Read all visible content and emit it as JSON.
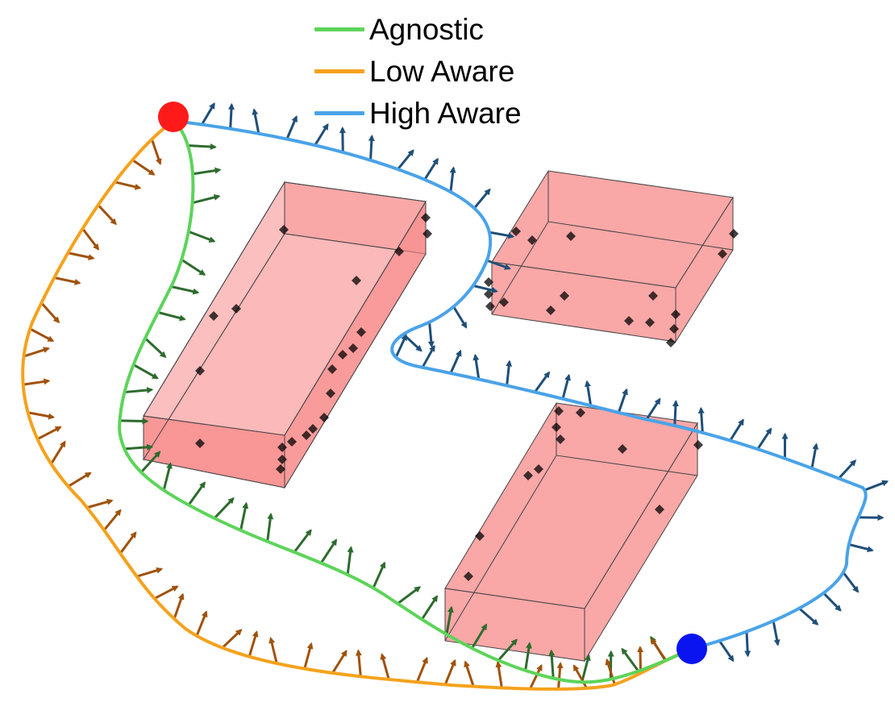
{
  "legend": {
    "items": [
      {
        "label": "Agnostic",
        "color": "#5dd45a"
      },
      {
        "label": "Low Aware",
        "color": "#f5a21d"
      },
      {
        "label": "High Aware",
        "color": "#4aa3e8"
      }
    ]
  },
  "colors": {
    "obstacle_fill": "#f88a8a",
    "obstacle_edge": "#444444",
    "agnostic_arrow": "#2e6b2e",
    "low_aware_arrow": "#a0520c",
    "high_aware_arrow": "#1f4f78",
    "start_marker": "#ff1a1a",
    "goal_marker": "#0a14f0",
    "contact_marker": "#000000"
  },
  "markers": {
    "start": "red-sphere",
    "goal": "blue-sphere",
    "contacts": "black-diamond"
  }
}
